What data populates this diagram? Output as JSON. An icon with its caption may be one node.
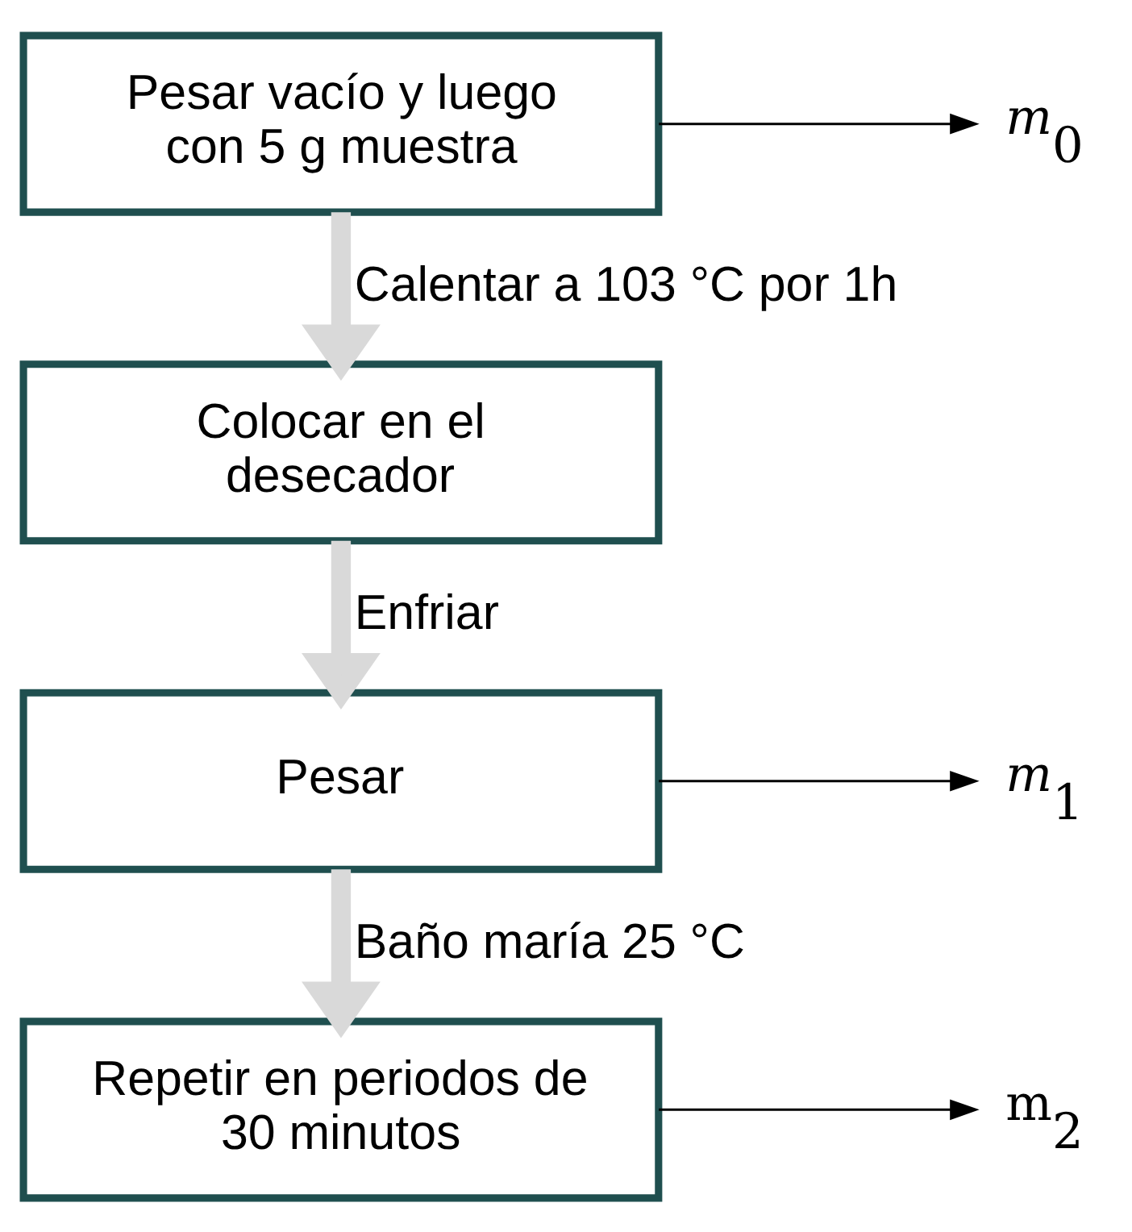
{
  "diagram": {
    "nodes": [
      {
        "text": [
          "Pesar vacío y luego con 5 g muestra"
        ]
      },
      {
        "text": [
          "Colocar en el desecador"
        ]
      },
      {
        "text": [
          "Pesar"
        ]
      },
      {
        "text": [
          "Repetir en periodos de 30 minutos"
        ]
      },
      {
        "text": [
          "*m*$_{0}$"
        ]
      },
      {
        "text": [
          "*m*$_{1}$"
        ]
      },
      {
        "text": [
          "m$_{2}$"
        ]
      }
    ],
    "edges": [
      {
        "from": 0,
        "to": 1,
        "arrow": "to",
        "label": "Calentar a 103 °C por 1h",
        "style": "thick",
        "color": "#d9d9d9"
      },
      {
        "from": 1,
        "to": 2,
        "arrow": "to",
        "label": "Enfriar",
        "style": "thick",
        "color": "#d9d9d9"
      },
      {
        "from": 2,
        "to": 3,
        "arrow": "to",
        "label": "Baño maría 25 °C",
        "style": "thick",
        "color": "#d9d9d9"
      },
      {
        "from": 0,
        "to": 4,
        "arrow": "to",
        "color": "#000000"
      },
      {
        "from": 2,
        "to": 5,
        "arrow": "to",
        "color": "#000000"
      },
      {
        "from": 3,
        "to": 6,
        "arrow": "to",
        "color": "#000000"
      }
    ]
  }
}
